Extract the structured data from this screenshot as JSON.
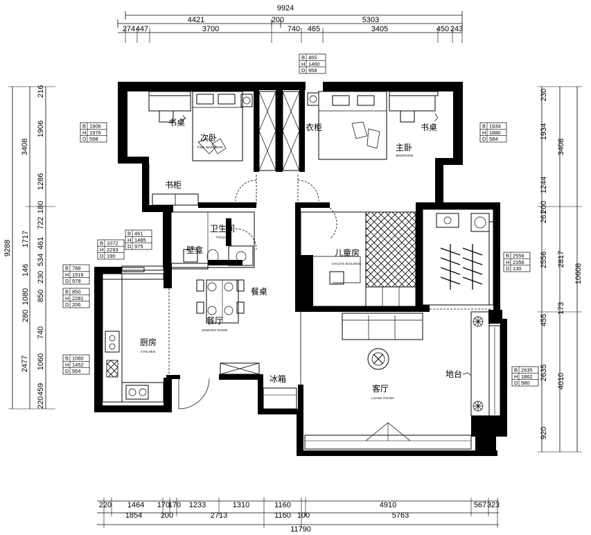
{
  "dimensions": {
    "top_total": "9924",
    "top_row1": [
      "4421",
      "200",
      "5303"
    ],
    "top_row2": [
      "274",
      "447",
      "3700",
      "740",
      "465",
      "3405",
      "450",
      "243"
    ],
    "bottom_row1": [
      "220",
      "1464",
      "170",
      "170",
      "1233",
      "1310",
      "1160",
      "4910",
      "567",
      "323"
    ],
    "bottom_row2": [
      "1854",
      "200",
      "2713",
      "1160",
      "100",
      "5763"
    ],
    "bottom_total": "11790",
    "left_outer": "9288",
    "left_mid": [
      "3408",
      "2477"
    ],
    "left_inner": [
      "216",
      "1906",
      "1286",
      "180",
      "722",
      "1717",
      "461",
      "534",
      "146",
      "230",
      "850",
      "1080",
      "280",
      "740",
      "1060",
      "459",
      "220"
    ],
    "right_outer": "10608",
    "right_mid": [
      "3408",
      "2817",
      "4010"
    ],
    "right_inner": [
      "230",
      "1934",
      "1244",
      "200",
      "261",
      "2556",
      "173",
      "455",
      "2635",
      "920"
    ]
  },
  "rooms": {
    "second_bedroom": "次卧",
    "second_bedroom_en": "TIME BEDROOM",
    "master_bedroom": "主卧",
    "master_bedroom_en": "BEDROOM",
    "child_room": "儿童房",
    "child_room_en": "CHILD'S BUILDING",
    "toilet": "卫生间",
    "toilet_en": "TOILET",
    "dining": "餐厅",
    "dining_en": "DINNING ROOM",
    "kitchen": "厨房",
    "kitchen_en": "KITCHEN",
    "living": "客厅",
    "living_en": "LIVING ROOM"
  },
  "labels": {
    "desk_left": "书桌",
    "desk_right": "书桌",
    "wardrobe": "衣柜",
    "bookcase": "书柜",
    "niche": "壁龛",
    "dining_table": "餐桌",
    "fridge": "冰箱",
    "platform": "地台"
  },
  "tags": [
    {
      "b": "465",
      "h": "1460",
      "d": "958"
    },
    {
      "b": "1906",
      "h": "1976",
      "d": "598"
    },
    {
      "b": "1934",
      "h": "1880",
      "d": "584"
    },
    {
      "b": "461",
      "h": "1485",
      "d": "975"
    },
    {
      "b": "1072",
      "h": "2293",
      "d": "190"
    },
    {
      "b": "788",
      "h": "1516",
      "d": "978"
    },
    {
      "b": "850",
      "h": "2281",
      "d": "206"
    },
    {
      "b": "2556",
      "h": "2356",
      "d": "130"
    },
    {
      "b": "1060",
      "h": "1452",
      "d": "954"
    },
    {
      "b": "2635",
      "h": "1862",
      "d": "580"
    }
  ]
}
